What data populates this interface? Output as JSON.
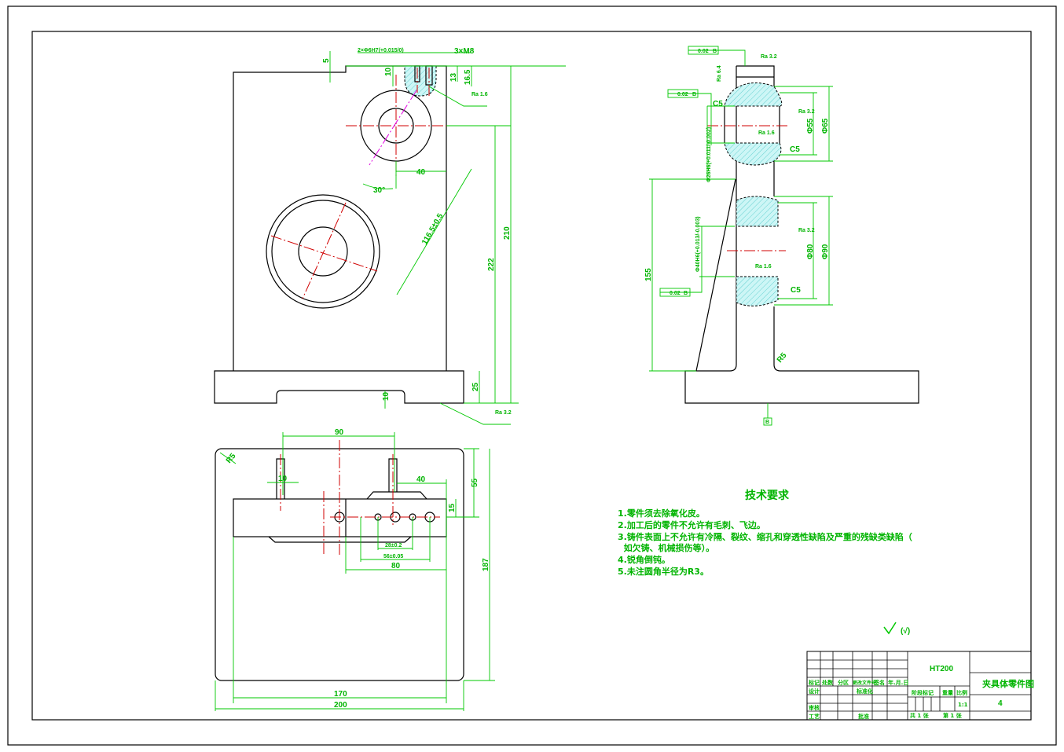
{
  "drawing": {
    "material": "HT200",
    "title": "夹具体零件图",
    "drawing_number": "4",
    "scale": "1:1",
    "sheets": "共 1 张",
    "sheet_no": "第 1 张"
  },
  "title_block": {
    "headers": [
      "标记",
      "处数",
      "分区",
      "更改文件号",
      "签名",
      "年.月.日"
    ],
    "rows": [
      "设计",
      "标准化",
      "审核",
      "工艺",
      "批准"
    ],
    "stage_label": "阶段标记",
    "weight_label": "重量",
    "scale_label": "比例"
  },
  "tech_requirements": {
    "heading": "技术要求",
    "items": [
      "1.零件须去除氧化皮。",
      "2.加工后的零件不允许有毛刺、飞边。",
      "3.铸件表面上不允许有冷隔、裂纹、缩孔和穿透性缺陷及严重的残缺类缺陷（",
      "  如欠铸、机械损伤等）。",
      "4.锐角倒钝。",
      "5.未注圆角半径为R3。"
    ]
  },
  "front_view": {
    "dims": [
      "2×Φ6H7(+0.015/0)",
      "3×M8",
      "5",
      "10",
      "13",
      "16.5",
      "Ra 1.6",
      "40",
      "30°",
      "116.5±0.5",
      "210",
      "222",
      "25",
      "10",
      "Ra 3.2"
    ]
  },
  "side_view": {
    "dims": [
      "0.02",
      "B",
      "Ra 3.2",
      "Ra 6.4",
      "0.02",
      "B",
      "C5",
      "Ra 3.2",
      "Ra 1.6",
      "Φ55",
      "Φ65",
      "C5",
      "Φ26H6(+0.011/-0.002)",
      "155",
      "Φ40H6(+0.013/-0.003)",
      "Ra 3.2",
      "Ra 1.6",
      "Φ80",
      "Φ90",
      "0.02",
      "B",
      "C5",
      "R5",
      "B"
    ]
  },
  "top_view": {
    "dims": [
      "R5",
      "90",
      "10",
      "40",
      "55",
      "15",
      "28±0.2",
      "56±0.05",
      "80",
      "187",
      "170",
      "200"
    ]
  },
  "roughness_note": "(√)"
}
